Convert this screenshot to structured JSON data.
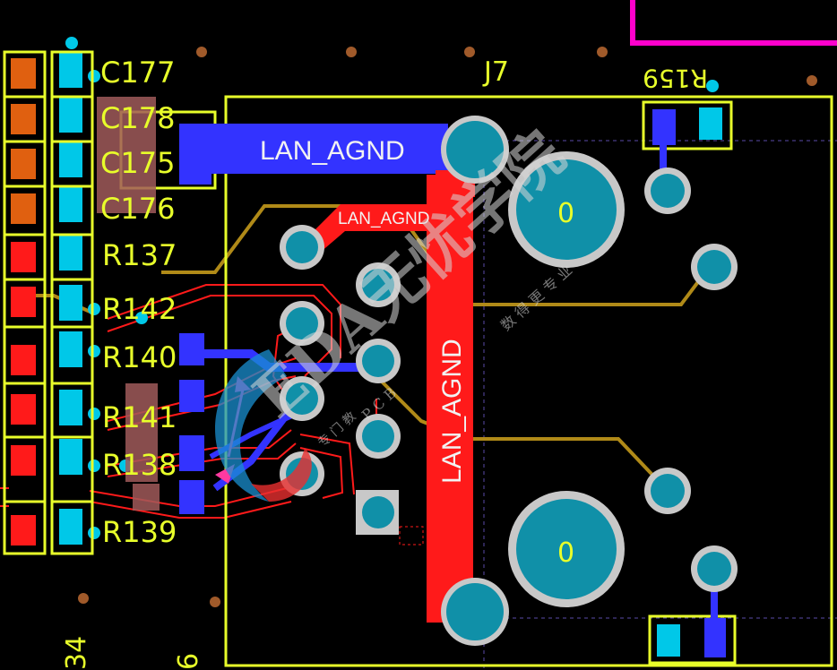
{
  "colors": {
    "background": "#000000",
    "silkscreen": "#e8ff2a",
    "top_copper": "#ff1a1a",
    "bottom_copper": "#3333ff",
    "pad_cyan": "#00c8e8",
    "via": "#1090a8",
    "trace_brown": "#b08a18",
    "keepout": "#ff00cc",
    "drill": "#a05a2a"
  },
  "refdes": {
    "C177": "C177",
    "C178": "C178",
    "C175": "C175",
    "C176": "C176",
    "R137": "R137",
    "R142": "R142",
    "R140": "R140",
    "R141": "R141",
    "R138": "R138",
    "R139": "R139",
    "J7": "J7",
    "R159": "R159",
    "partial_bottom_a": "34",
    "partial_bottom_b": "6"
  },
  "nets": {
    "lan_agnd_bottom": "LAN_AGND",
    "lan_agnd_top": "LAN_AGND",
    "lan_agnd_vertical": "LAN_AGND"
  },
  "mounting_holes": {
    "upper_label": "0",
    "lower_label": "0"
  },
  "watermark": {
    "main": "EDA无忧学院",
    "sub_cn": "数 得 更 专 业",
    "sub_en": "P C B",
    "small_cn": "专 门 教"
  }
}
